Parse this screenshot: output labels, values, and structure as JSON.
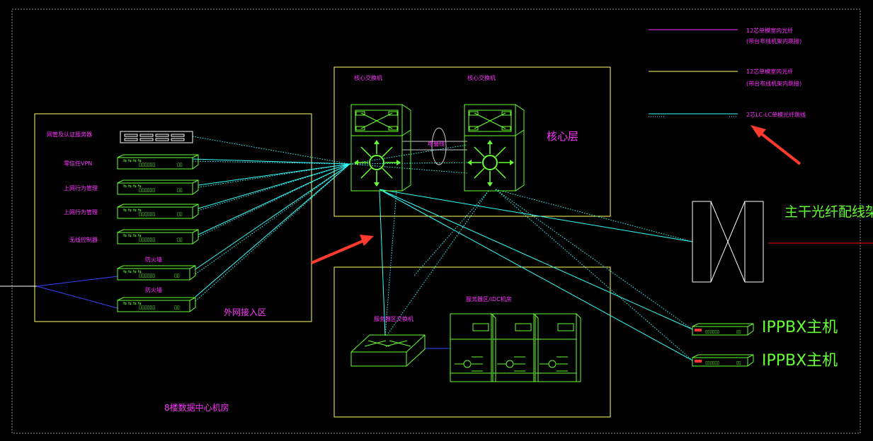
{
  "legend": {
    "magenta_line": {
      "line1": "12芯单模室内光纤",
      "line2": "(带台布线机架内跳接)"
    },
    "yellow_line": {
      "line1": "12芯单模室内光纤",
      "line2": "(带台布线机架内跳接)"
    },
    "cyan_line": {
      "line1": "2芯LC-LC单模光纤跳线"
    }
  },
  "core": {
    "title": "核心层",
    "switch_left_label": "核心交换机",
    "switch_right_label": "核心交换机",
    "stack_label": "堆叠线"
  },
  "external": {
    "title": "外网接入区",
    "devices": [
      "网管及认证服务器",
      "零信任VPN",
      "上网行为管理",
      "上网行为管理",
      "无线控制器"
    ],
    "firewall_label": "防火墙"
  },
  "server_zone": {
    "switch_label": "服务器区交换机",
    "rack_label": "服务器区/IDC机房"
  },
  "backbone": {
    "label": "主干光纤配线架"
  },
  "ippbx": [
    "IPPBX主机",
    "IPPBX主机"
  ],
  "room": {
    "label": "8楼数据中心机房"
  },
  "colors": {
    "background": "#000000",
    "frame": "#ffff66",
    "device": "#66ff33",
    "magenta": "#ff33ff",
    "cyan": "#33ffff",
    "blue": "#3344ff",
    "white": "#ffffff",
    "red_arrow": "#ff3b2f",
    "red_line": "#ff0000"
  }
}
